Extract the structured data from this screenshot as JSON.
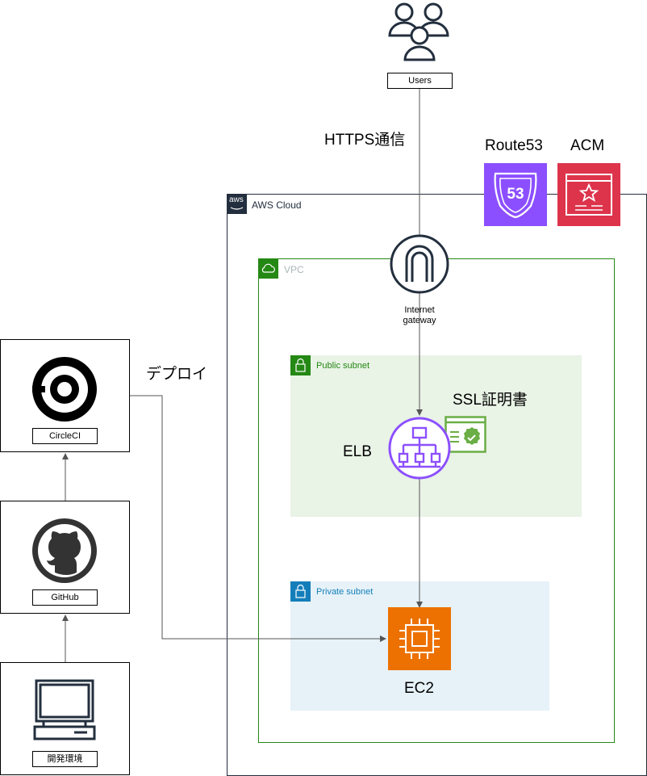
{
  "users": {
    "label": "Users",
    "icon": "users-icon"
  },
  "https_label": "HTTPS通信",
  "route53": {
    "label": "Route53",
    "icon_text": "53",
    "color": "#8c4fff"
  },
  "acm": {
    "label": "ACM",
    "color": "#dd344c"
  },
  "aws_cloud": {
    "badge": "aws",
    "label": "AWS Cloud"
  },
  "vpc": {
    "label": "VPC",
    "color": "#248814"
  },
  "internet_gateway": {
    "label_line1": "Internet",
    "label_line2": "gateway"
  },
  "public_subnet": {
    "label": "Public subnet",
    "color": "#248814"
  },
  "ssl_label": "SSL証明書",
  "elb": {
    "label": "ELB",
    "color": "#8c4fff"
  },
  "private_subnet": {
    "label": "Private subnet",
    "color": "#147eba"
  },
  "ec2": {
    "label": "EC2",
    "color": "#ed7100"
  },
  "circleci": {
    "label": "CircleCI"
  },
  "deploy_label": "デプロイ",
  "github": {
    "label": "GitHub"
  },
  "dev_env": {
    "label": "開発環境"
  }
}
